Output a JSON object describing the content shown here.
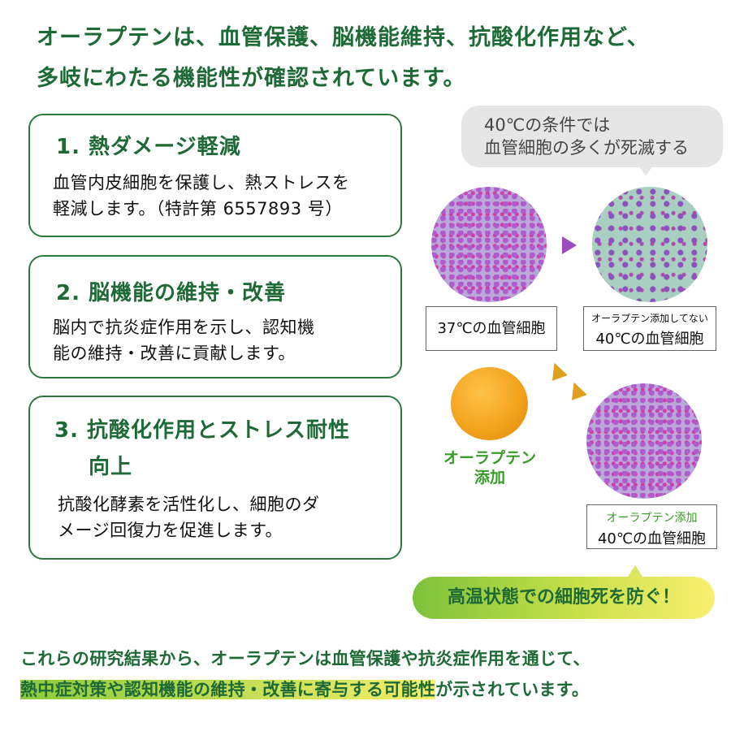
{
  "header": {
    "line1": "オーラプテンは、血管保護、脳機能維持、抗酸化作用など、",
    "line2": "多岐にわたる機能性が確認されています。"
  },
  "items": [
    {
      "title": "1. 熱ダメージ軽減",
      "body1": "血管内皮細胞を保護し、熱ストレスを",
      "body2": "軽減します。（特許第 6557893 号）"
    },
    {
      "title": "2. 脳機能の維持・改善",
      "body1": "脳内で抗炎症作用を示し、認知機",
      "body2": "能の維持・改善に貢献します。"
    },
    {
      "title": "3. 抗酸化作用とストレス耐性",
      "title2": "向上",
      "body1": "抗酸化酵素を活性化し、細胞のダ",
      "body2": "メージ回復力を促進します。"
    }
  ],
  "figure": {
    "bubble_line1": "40℃の条件では",
    "bubble_line2": "血管細胞の多くが死滅する",
    "label_37": "37℃の血管細胞",
    "label_40_no_small": "オーラプテン添加してない",
    "label_40_no": "40℃の血管細胞",
    "orange_label1": "オーラプテン",
    "orange_label2": "添加",
    "label_40_yes_small": "オーラプテン添加",
    "label_40_yes": "40℃の血管細胞",
    "banner": "高温状態での細胞死を防ぐ！"
  },
  "footer": {
    "line1": "これらの研究結果から、オーラプテンは血管保護や抗炎症作用を通じて、",
    "highlight": "熱中症対策や認知機能の維持・改善に寄与する可能性",
    "line2_rest": "が示されています。"
  },
  "colors": {
    "green": "#1e6a36",
    "accent_green": "#3a9a2a",
    "orange": "#f2a11a",
    "purple": "#9a4cc0"
  }
}
